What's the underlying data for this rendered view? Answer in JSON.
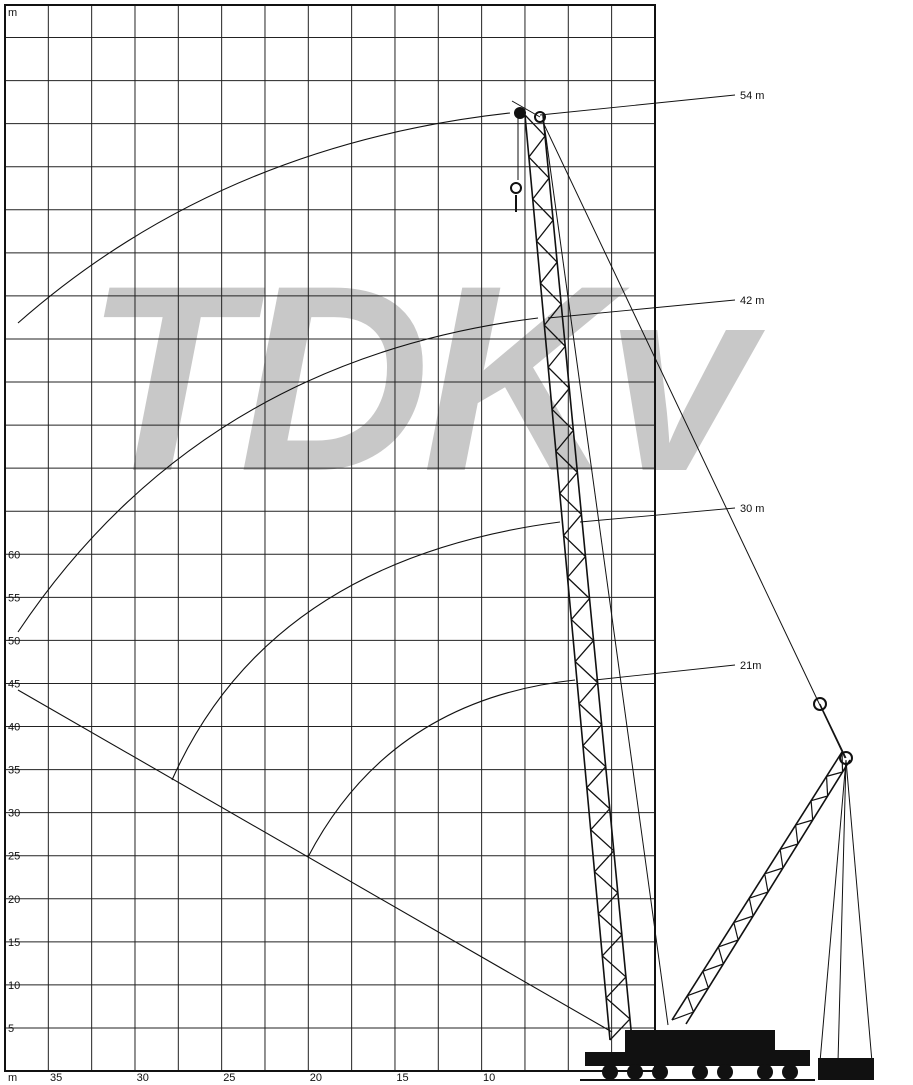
{
  "watermark": "TDKv",
  "axis_unit_left": "m",
  "axis_unit_bottom": "m",
  "height_ticks": [
    "5",
    "10",
    "15",
    "20",
    "25",
    "30",
    "35",
    "40",
    "45",
    "50",
    "55",
    "60"
  ],
  "radius_ticks": [
    "35",
    "30",
    "25",
    "20",
    "15",
    "10"
  ],
  "boom_labels": [
    "54 m",
    "42 m",
    "30 m",
    "21m"
  ],
  "colors": {
    "ink": "#111111",
    "watermark": "#c8c8c8"
  }
}
